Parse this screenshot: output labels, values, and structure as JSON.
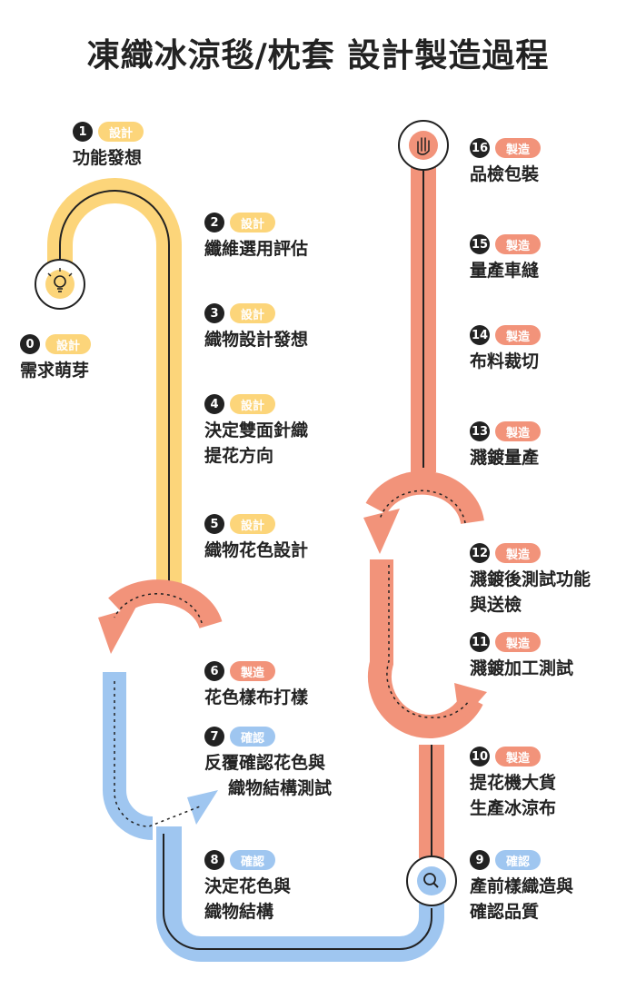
{
  "title": "凍織冰涼毯/枕套 設計製造過程",
  "colors": {
    "design": "#fcd57a",
    "make": "#f2937a",
    "confirm": "#9fc6f0",
    "line": "#222222"
  },
  "icons": {
    "start": "lightbulb-icon",
    "inspect": "magnifier-icon",
    "end": "hand-icon"
  },
  "steps": [
    {
      "num": "0",
      "tag": "設計",
      "kind": "design",
      "lines": [
        "需求萌芽"
      ]
    },
    {
      "num": "1",
      "tag": "設計",
      "kind": "design",
      "lines": [
        "功能發想"
      ]
    },
    {
      "num": "2",
      "tag": "設計",
      "kind": "design",
      "lines": [
        "纖維選用評估"
      ]
    },
    {
      "num": "3",
      "tag": "設計",
      "kind": "design",
      "lines": [
        "織物設計發想"
      ]
    },
    {
      "num": "4",
      "tag": "設計",
      "kind": "design",
      "lines": [
        "決定雙面針織",
        "提花方向"
      ]
    },
    {
      "num": "5",
      "tag": "設計",
      "kind": "design",
      "lines": [
        "織物花色設計"
      ]
    },
    {
      "num": "6",
      "tag": "製造",
      "kind": "make",
      "lines": [
        "花色樣布打樣"
      ]
    },
    {
      "num": "7",
      "tag": "確認",
      "kind": "confirm",
      "lines": [
        "反覆確認花色與",
        "織物結構測試"
      ]
    },
    {
      "num": "8",
      "tag": "確認",
      "kind": "confirm",
      "lines": [
        "決定花色與",
        "織物結構"
      ]
    },
    {
      "num": "9",
      "tag": "確認",
      "kind": "confirm",
      "lines": [
        "產前樣織造與",
        "確認品質"
      ]
    },
    {
      "num": "10",
      "tag": "製造",
      "kind": "make",
      "lines": [
        "提花機大貨",
        "生產冰涼布"
      ]
    },
    {
      "num": "11",
      "tag": "製造",
      "kind": "make",
      "lines": [
        "濺鍍加工測試"
      ]
    },
    {
      "num": "12",
      "tag": "製造",
      "kind": "make",
      "lines": [
        "濺鍍後測試功能",
        "與送檢"
      ]
    },
    {
      "num": "13",
      "tag": "製造",
      "kind": "make",
      "lines": [
        "濺鍍量產"
      ]
    },
    {
      "num": "14",
      "tag": "製造",
      "kind": "make",
      "lines": [
        "布料裁切"
      ]
    },
    {
      "num": "15",
      "tag": "製造",
      "kind": "make",
      "lines": [
        "量產車縫"
      ]
    },
    {
      "num": "16",
      "tag": "製造",
      "kind": "make",
      "lines": [
        "品檢包裝"
      ]
    }
  ]
}
